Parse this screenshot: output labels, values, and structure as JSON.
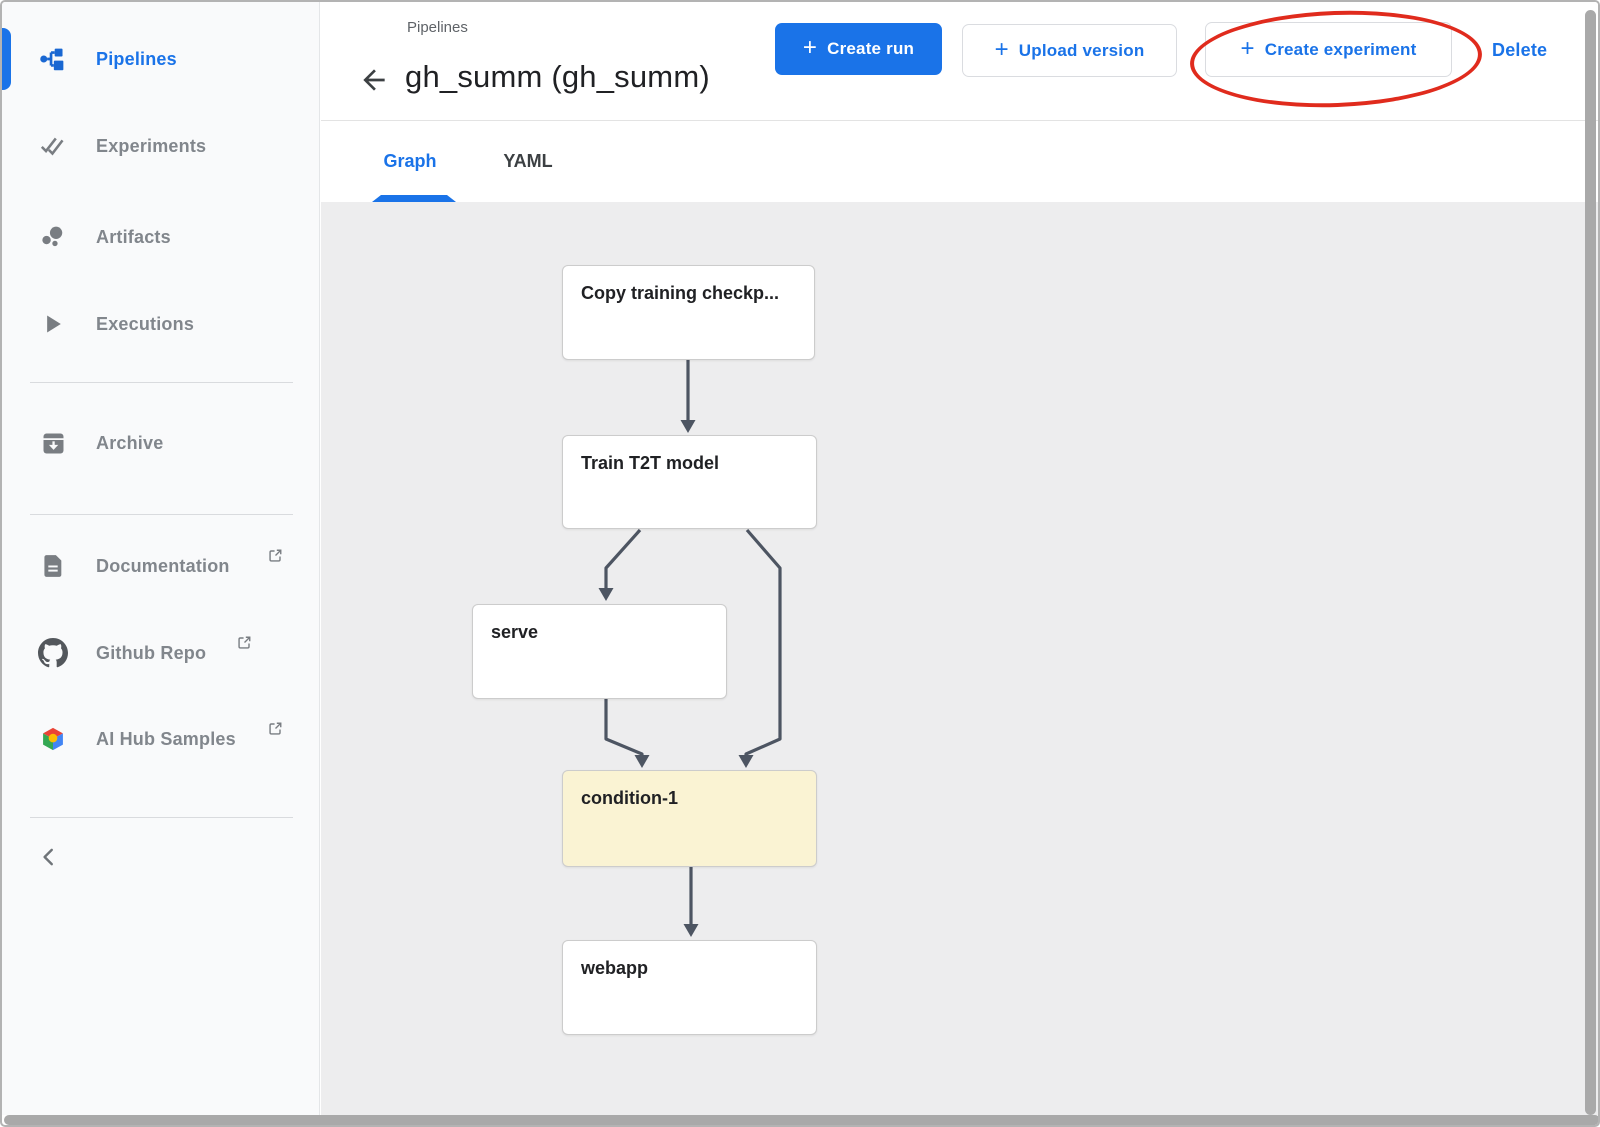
{
  "sidebar": {
    "items": [
      {
        "label": "Pipelines",
        "icon": "pipelines-icon",
        "active": true,
        "external": false
      },
      {
        "label": "Experiments",
        "icon": "experiments-icon",
        "active": false,
        "external": false
      },
      {
        "label": "Artifacts",
        "icon": "artifacts-icon",
        "active": false,
        "external": false
      },
      {
        "label": "Executions",
        "icon": "executions-icon",
        "active": false,
        "external": false
      },
      {
        "label": "Archive",
        "icon": "archive-icon",
        "active": false,
        "external": false
      },
      {
        "label": "Documentation",
        "icon": "document-icon",
        "active": false,
        "external": true
      },
      {
        "label": "Github Repo",
        "icon": "github-icon",
        "active": false,
        "external": true
      },
      {
        "label": "AI Hub Samples",
        "icon": "ai-hub-icon",
        "active": false,
        "external": true
      }
    ],
    "collapse_icon": "chevron-left-icon"
  },
  "header": {
    "breadcrumb": "Pipelines",
    "title": "gh_summ (gh_summ)",
    "buttons": {
      "create_run": "Create run",
      "upload_version": "Upload version",
      "create_experiment": "Create experiment",
      "delete": "Delete",
      "plus": "+"
    }
  },
  "tabs": [
    {
      "label": "Graph",
      "active": true
    },
    {
      "label": "YAML",
      "active": false
    }
  ],
  "graph": {
    "nodes": [
      {
        "label": "Copy training checkp...",
        "type": "task"
      },
      {
        "label": "Train T2T model",
        "type": "task"
      },
      {
        "label": "serve",
        "type": "task"
      },
      {
        "label": "condition-1",
        "type": "condition"
      },
      {
        "label": "webapp",
        "type": "task"
      }
    ],
    "edges": [
      [
        "Copy training checkp...",
        "Train T2T model"
      ],
      [
        "Train T2T model",
        "serve"
      ],
      [
        "Train T2T model",
        "condition-1"
      ],
      [
        "serve",
        "condition-1"
      ],
      [
        "condition-1",
        "webapp"
      ]
    ]
  },
  "annotation": {
    "shape": "ellipse",
    "target": "create-experiment-button",
    "color": "#e02b1d"
  },
  "colors": {
    "accent_blue": "#1a73e8",
    "title_text": "#202124",
    "sidebar_text": "#81868c",
    "graph_background": "#ededee",
    "edge": "#4d5562",
    "condition_fill": "#faf3d3",
    "node_border": "#cccccc",
    "annotation_red": "#e02b1d",
    "scrollbar": "#a9a9a9"
  }
}
